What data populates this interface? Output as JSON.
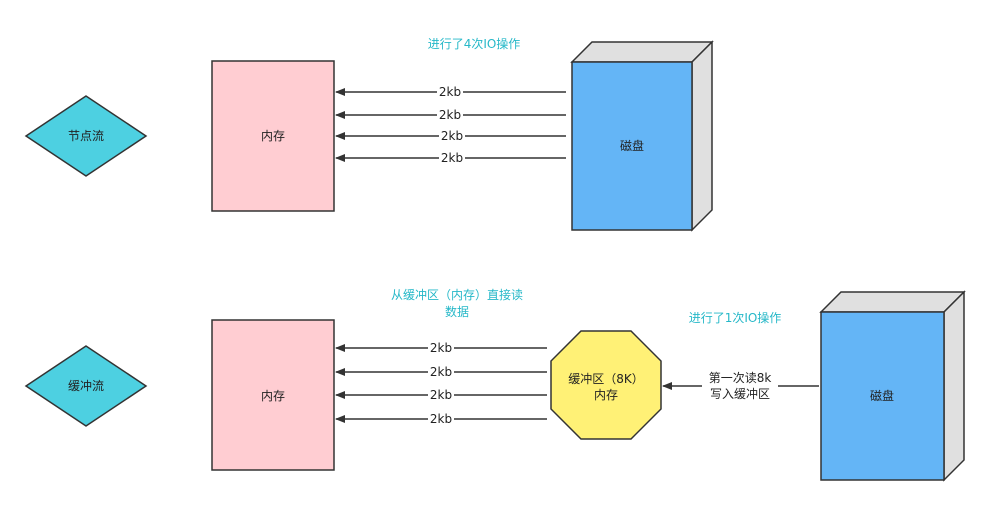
{
  "top": {
    "flow_label": "节点流",
    "memory_label": "内存",
    "disk_label": "磁盘",
    "io_note": "进行了4次IO操作",
    "arrow_labels": [
      "2kb",
      "2kb",
      "2kb",
      "2kb"
    ]
  },
  "bottom": {
    "flow_label": "缓冲流",
    "memory_label": "内存",
    "buffer_label_line1": "缓冲区（8K）",
    "buffer_label_line2": "内存",
    "read_note_line1": "从缓冲区（内存）直接读",
    "read_note_line2": "数据",
    "io_note": "进行了1次IO操作",
    "arrow_labels": [
      "2kb",
      "2kb",
      "2kb",
      "2kb"
    ],
    "disk_arrow_label_line1": "第一次读8k",
    "disk_arrow_label_line2": "写入缓冲区",
    "disk_label": "磁盘"
  },
  "colors": {
    "diamond": "#4dd0e1",
    "memory": "#ffcdd2",
    "disk": "#64b5f6",
    "buffer": "#fff176",
    "note": "#26b8c8"
  }
}
